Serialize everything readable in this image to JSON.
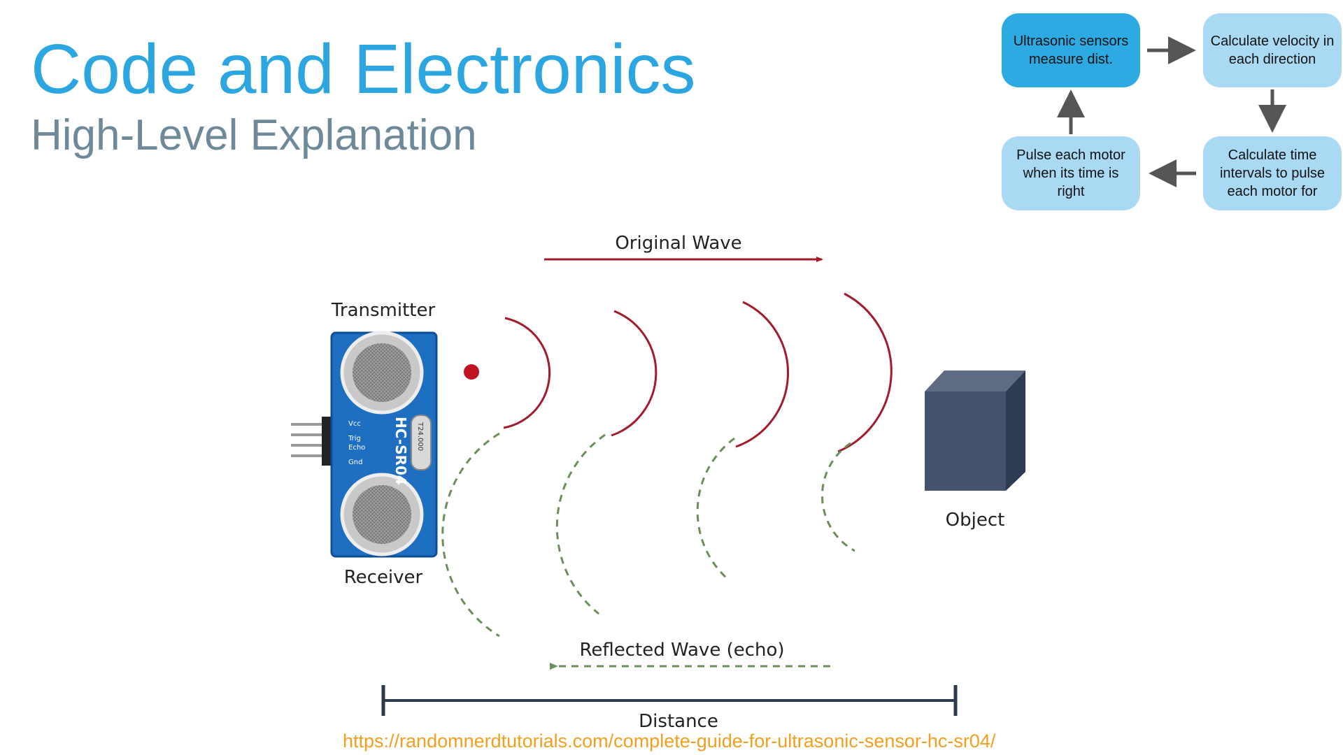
{
  "slide": {
    "title": "Code and Electronics",
    "subtitle": "High-Level Explanation",
    "source_url": "https://randomnerdtutorials.com/complete-guide-for-ultrasonic-sensor-hc-sr04/"
  },
  "flowchart": {
    "steps": [
      "Ultrasonic sensors measure dist.",
      "Calculate velocity in each direction",
      "Calculate time intervals to pulse each motor for",
      "Pulse each motor when its time is right"
    ]
  },
  "diagram": {
    "transmitter_label": "Transmitter",
    "receiver_label": "Receiver",
    "original_wave_label": "Original Wave",
    "reflected_wave_label": "Reflected Wave (echo)",
    "object_label": "Object",
    "distance_label": "Distance",
    "sensor_model": "HC-SR04",
    "pin_labels": [
      "Vcc",
      "Trig",
      "Echo",
      "Gnd"
    ],
    "crystal_label": "T24.000"
  },
  "colors": {
    "title": "#2ba6e0",
    "subtitle": "#6e8a9a",
    "flow_dark": "#2eaae2",
    "flow_light": "#a9d9f3",
    "wave_red": "#a31b2a",
    "echo_green": "#6b8f5a",
    "link": "#f0a01e"
  }
}
